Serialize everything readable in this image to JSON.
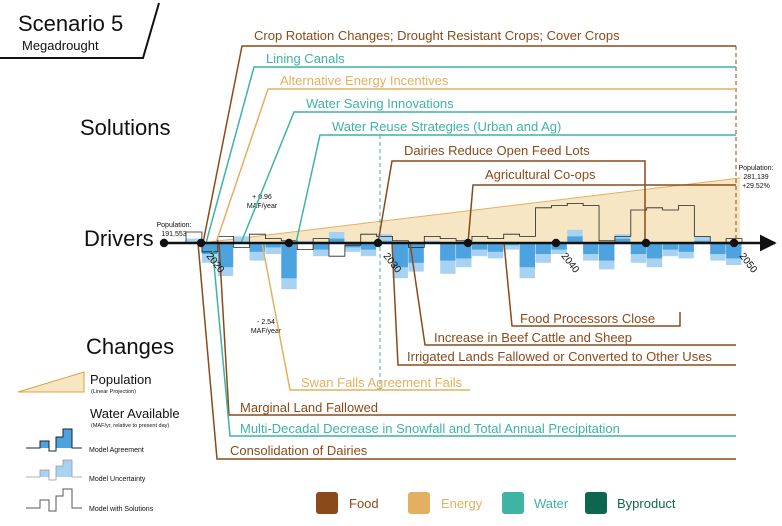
{
  "title": {
    "scenario": "Scenario 5",
    "subtitle": "Megadrought"
  },
  "sections": {
    "solutions": "Solutions",
    "drivers": "Drivers",
    "changes": "Changes"
  },
  "colors": {
    "food": "#8b4a1a",
    "energy": "#e2b060",
    "water": "#3fb3a4",
    "byproduct": "#0f6650",
    "population_fill": "#f7e6c4",
    "water_available": "#4da3e0",
    "model_uncertainty": "#a8d2f2"
  },
  "solutions": [
    {
      "label": "Crop Rotation Changes; Drought Resistant Crops; Cover Crops",
      "category": "food"
    },
    {
      "label": "Lining Canals",
      "category": "water"
    },
    {
      "label": "Alternative Energy Incentives",
      "category": "energy"
    },
    {
      "label": "Water Saving Innovations",
      "category": "water"
    },
    {
      "label": "Water Reuse Strategies (Urban and Ag)",
      "category": "water"
    },
    {
      "label": "Dairies Reduce Open Feed Lots",
      "category": "food"
    },
    {
      "label": "Agricultural Co-ops",
      "category": "food"
    }
  ],
  "changes": [
    {
      "label": "Food Processors Close",
      "category": "food"
    },
    {
      "label": "Increase in Beef Cattle and Sheep",
      "category": "food"
    },
    {
      "label": "Irrigated Lands Fallowed or Converted to Other Uses",
      "category": "food"
    },
    {
      "label": "Swan Falls Agreement Fails",
      "category": "energy"
    },
    {
      "label": "Marginal Land Fallowed",
      "category": "food"
    },
    {
      "label": "Multi-Decadal Decrease in Snowfall and Total Annual Precipitation",
      "category": "water"
    },
    {
      "label": "Consolidation of Dairies",
      "category": "food"
    }
  ],
  "timeline": {
    "years": [
      "2020",
      "2030",
      "2040",
      "2050"
    ],
    "population_start": [
      "Population:",
      "191,553"
    ],
    "population_end": [
      "Population:",
      "281,139",
      "+29.52%"
    ],
    "peak_note": [
      "+ 0.96",
      "MAF/year"
    ],
    "low_note": [
      "- 2.54",
      "MAF/year"
    ]
  },
  "legend": {
    "population": "Population",
    "population_note": "(Linear Projection)",
    "water_available": "Water Available",
    "water_note": "(MAF/yr, relative to present day)",
    "model_agreement": "Model Agreement",
    "model_uncertainty": "Model Uncertainty",
    "model_solutions": "Model with Solutions"
  },
  "category_legend": [
    {
      "label": "Food",
      "category": "food"
    },
    {
      "label": "Energy",
      "category": "energy"
    },
    {
      "label": "Water",
      "category": "water"
    },
    {
      "label": "Byproduct",
      "category": "byproduct"
    }
  ],
  "water_series": {
    "uncertainty": [
      0.2,
      -0.9,
      -1.5,
      0.3,
      -0.8,
      -0.5,
      -2.1,
      0.1,
      -0.6,
      0.5,
      -0.4,
      -0.6,
      0.4,
      -1.6,
      -1.3,
      0.1,
      -1.4,
      -1.1,
      -0.6,
      -0.7,
      -0.3,
      -1.6,
      -0.9,
      -0.5,
      0.6,
      -0.8,
      -1.2,
      0.4,
      -0.9,
      -1.1,
      -0.6,
      -0.7,
      0.3,
      -0.8,
      -1.0
    ],
    "agreement": [
      0.0,
      -0.5,
      -1.1,
      0.0,
      -0.4,
      -0.2,
      -1.6,
      0.0,
      -0.3,
      0.2,
      -0.2,
      -0.3,
      0.1,
      -1.1,
      -0.9,
      0.0,
      -0.8,
      -0.7,
      -0.3,
      -0.4,
      -0.1,
      -1.1,
      -0.5,
      -0.3,
      0.3,
      -0.5,
      -0.8,
      0.2,
      -0.5,
      -0.7,
      -0.3,
      -0.4,
      0.1,
      -0.5,
      -0.7
    ],
    "with_solutions": [
      0.5,
      -0.4,
      0.3,
      -0.2,
      0.4,
      0.2,
      0.1,
      -0.3,
      0.2,
      -0.6,
      -0.1,
      0.4,
      0.3,
      0.1,
      -0.2,
      0.3,
      0.2,
      0.1,
      0.3,
      0.2,
      0.4,
      0.3,
      1.6,
      1.7,
      1.8,
      1.7,
      0.1,
      0.3,
      1.5,
      1.6,
      1.5,
      1.7,
      0.3,
      0.0,
      0.2
    ]
  }
}
